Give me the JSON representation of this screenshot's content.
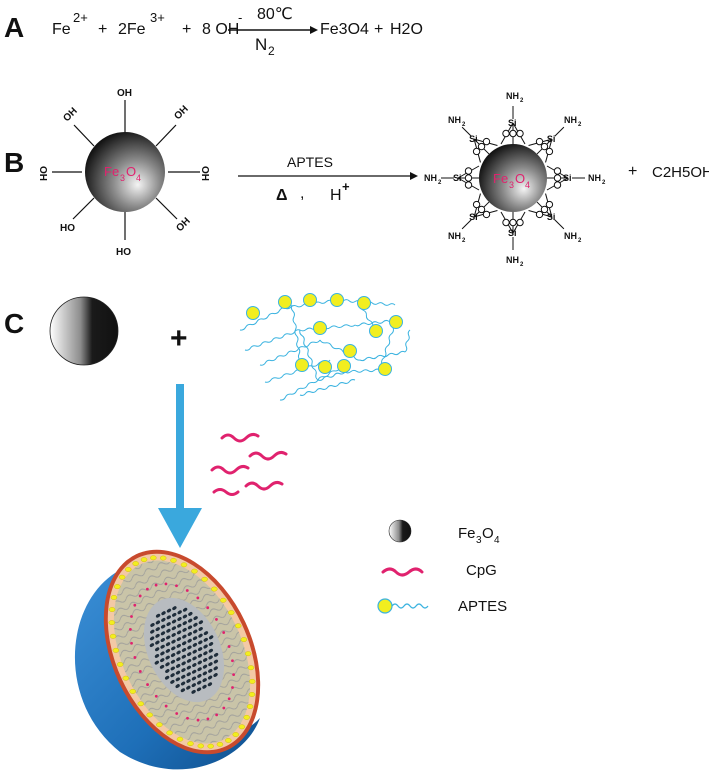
{
  "panels": {
    "a": "A",
    "b": "B",
    "c": "C"
  },
  "equation": {
    "fe2": "Fe",
    "fe2_charge": "2+",
    "plus1": "+",
    "fe3": "2Fe",
    "fe3_charge": "3+",
    "plus2": "+",
    "oh": "8 OH",
    "oh_charge": "-",
    "temp": "80℃",
    "gas": "N",
    "gas_sub": "2",
    "product": "Fe3O4",
    "plus3": "+",
    "water": "H2O"
  },
  "reaction_b": {
    "core_fe": "Fe",
    "core_sub3": "3",
    "core_o": "O",
    "core_sub4": "4",
    "oh_label": "OH",
    "ho_label": "HO",
    "reagent": "APTES",
    "delta": "Δ",
    "comma": ",",
    "acid": "H",
    "acid_charge": "+",
    "nh2": "NH",
    "nh2_sub": "2",
    "si": "Si",
    "o": "O",
    "plus": "+",
    "ethanol": "C2H5OH"
  },
  "panel_c": {
    "plus": "+"
  },
  "legend": {
    "fe": "Fe",
    "fe_sub3": "3",
    "fe_o": "O",
    "fe_sub4": "4",
    "cpg": "CpG",
    "aptes": "APTES"
  },
  "colors": {
    "cpg": "#e0226e",
    "aptes_chain": "#3bb3e0",
    "aptes_head": "#f2ee1f",
    "arrow": "#3aa8dd",
    "shell": "#1e6fb8"
  }
}
